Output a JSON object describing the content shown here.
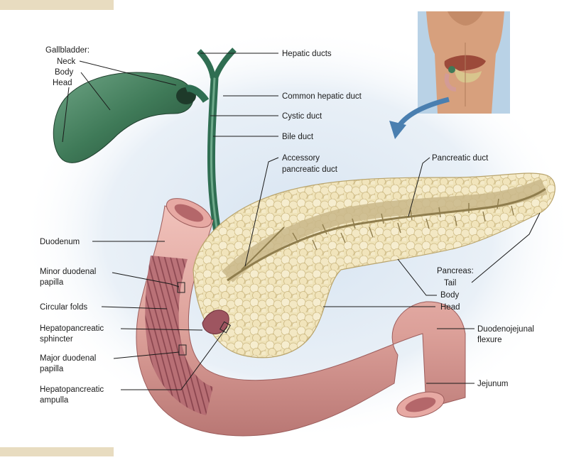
{
  "labels": {
    "gallbladder_title": "Gallbladder:",
    "neck": "Neck",
    "body_gb": "Body",
    "head_gb": "Head",
    "hepatic_ducts": "Hepatic ducts",
    "common_hepatic_duct": "Common hepatic duct",
    "cystic_duct": "Cystic duct",
    "bile_duct": "Bile duct",
    "accessory_line1": "Accessory",
    "accessory_line2": "pancreatic duct",
    "pancreatic_duct": "Pancreatic duct",
    "duodenum": "Duodenum",
    "minor_line1": "Minor duodenal",
    "minor_line2": "papilla",
    "circular_folds": "Circular folds",
    "sphincter_line1": "Hepatopancreatic",
    "sphincter_line2": "sphincter",
    "major_line1": "Major duodenal",
    "major_line2": "papilla",
    "ampulla_line1": "Hepatopancreatic",
    "ampulla_line2": "ampulla",
    "pancreas_title": "Pancreas:",
    "tail": "Tail",
    "body_pan": "Body",
    "head_pan": "Head",
    "flexure_line1": "Duodenojejunal",
    "flexure_line2": "flexure",
    "jejunum": "Jejunum"
  },
  "colors": {
    "gallbladder": "#3f7a58",
    "duct": "#2f6e52",
    "intestine": "#dfa09a",
    "intestine_dark": "#b97a78",
    "mucosa": "#9e5560",
    "pancreas": "#e9dcae",
    "pancreas_inner": "#c9b78a",
    "background_glow": "#dfe9f3",
    "arrow": "#4a7fb0",
    "inset_bg": "#b9d2e6",
    "skin": "#d7a07d"
  }
}
